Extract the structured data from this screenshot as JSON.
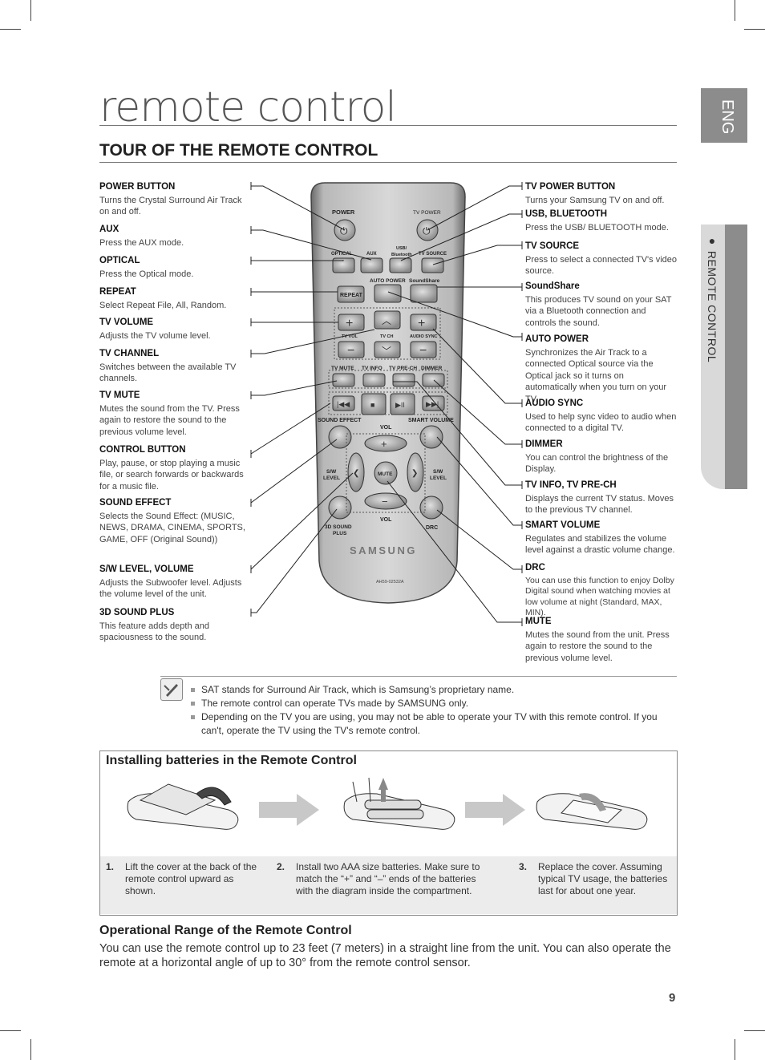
{
  "page": {
    "title": "remote control",
    "subtitle": "TOUR OF THE REMOTE CONTROL",
    "tab_lang": "ENG",
    "tab_section": "REMOTE CONTROL",
    "page_number": "9"
  },
  "left_labels": [
    {
      "head": "POWER BUTTON",
      "body": "Turns the Crystal Surround Air Track on and off."
    },
    {
      "head": "AUX",
      "body": "Press the AUX mode."
    },
    {
      "head": "OPTICAL",
      "body": "Press the Optical mode."
    },
    {
      "head": "REPEAT",
      "body": "Select Repeat File, All, Random."
    },
    {
      "head": "TV VOLUME",
      "body": "Adjusts the TV volume level."
    },
    {
      "head": "TV CHANNEL",
      "body": "Switches between the available TV channels."
    },
    {
      "head": "TV MUTE",
      "body": "Mutes the sound from the TV. Press again to restore the sound to the previous volume level."
    },
    {
      "head": "CONTROL BUTTON",
      "body": "Play, pause, or stop playing a music file, or search forwards or backwards for a music file."
    },
    {
      "head": "SOUND EFFECT",
      "body": "Selects the Sound Effect: (MUSIC, NEWS, DRAMA, CINEMA, SPORTS, GAME, OFF (Original Sound))"
    },
    {
      "head": "S/W LEVEL, VOLUME",
      "body": "Adjusts the Subwoofer level. Adjusts the volume level of the unit."
    },
    {
      "head": "3D SOUND PLUS",
      "body": "This feature adds depth and spaciousness to the sound."
    }
  ],
  "right_labels": [
    {
      "head": "TV POWER BUTTON",
      "body": "Turns your Samsung TV on and off."
    },
    {
      "head": "USB, BLUETOOTH",
      "body": "Press the USB/ BLUETOOTH mode."
    },
    {
      "head": "TV SOURCE",
      "body": "Press to select a connected TV's video source."
    },
    {
      "head": "SoundShare",
      "body": "This produces TV sound on your SAT via a Bluetooth connection and controls the sound."
    },
    {
      "head": "AUTO POWER",
      "body": "Synchronizes the Air Track to a connected Optical source via the Optical jack so it turns on automatically when you turn on your TV."
    },
    {
      "head": "AUDIO SYNC",
      "body": "Used to help sync video to audio when connected to a digital TV."
    },
    {
      "head": "DIMMER",
      "body": "You can control the brightness of the Display."
    },
    {
      "head": "TV INFO, TV PRE-CH",
      "body": "Displays the current TV status. Moves to the previous TV channel."
    },
    {
      "head": "SMART VOLUME",
      "body": "Regulates and stabilizes the volume level against a drastic volume change."
    },
    {
      "head": "DRC",
      "body": "You can use this  function to enjoy Dolby Digital sound when watching movies at low volume at night (Standard, MAX, MIN)."
    },
    {
      "head": "MUTE",
      "body": "Mutes the sound from the unit. Press again to restore the sound to the previous volume level."
    }
  ],
  "remote": {
    "power": "POWER",
    "tv_power": "TV POWER",
    "optical": "OPTICAL",
    "aux": "AUX",
    "usb": "USB/",
    "bluetooth": "Bluetooth",
    "tv_source": "TV SOURCE",
    "auto_power": "AUTO POWER",
    "soundshare": "SoundShare",
    "repeat": "REPEAT",
    "tv_vol": "TV VOL",
    "tv_ch": "TV CH",
    "audio_sync": "AUDIO SYNC",
    "tv_mute": "TV MUTE",
    "tv_info": "TV INFO",
    "tv_prech": "TV PRE-CH",
    "dimmer": "DIMMER",
    "sound_effect": "SOUND EFFECT",
    "smart_volume": "SMART VOLUME",
    "vol_top": "VOL",
    "vol_bottom": "VOL",
    "sw_level_l": "S/W",
    "sw_level_l2": "LEVEL",
    "sw_level_r": "S/W",
    "sw_level_r2": "LEVEL",
    "mute": "MUTE",
    "sound3d": "3D SOUND",
    "sound3d2": "PLUS",
    "drc": "DRC",
    "brand": "SAMSUNG",
    "model": "AH59-02532A"
  },
  "notes": [
    "SAT stands for Surround Air Track, which is Samsung’s proprietary name.",
    "The remote control can operate TVs made by SAMSUNG only.",
    "Depending on the TV you are using, you may not be able to operate your TV with this remote control. If you can't, operate the TV using the TV's remote control."
  ],
  "batteries": {
    "heading": "Installing batteries in the Remote Control",
    "steps": [
      {
        "num": "1.",
        "text": "Lift the cover at the back of the remote control upward as shown."
      },
      {
        "num": "2.",
        "text": "Install two AAA size batteries. Make sure to match the “+” and “–” ends of the batteries with the diagram inside the compartment."
      },
      {
        "num": "3.",
        "text": "Replace the cover. Assuming typical TV usage, the batteries last for about one year."
      }
    ]
  },
  "range": {
    "heading": "Operational Range of the Remote Control",
    "body": "You can use the remote control up to 23 feet (7 meters) in a straight line from the unit. You can also operate the remote at a horizontal angle of up to 30° from the remote control sensor."
  }
}
